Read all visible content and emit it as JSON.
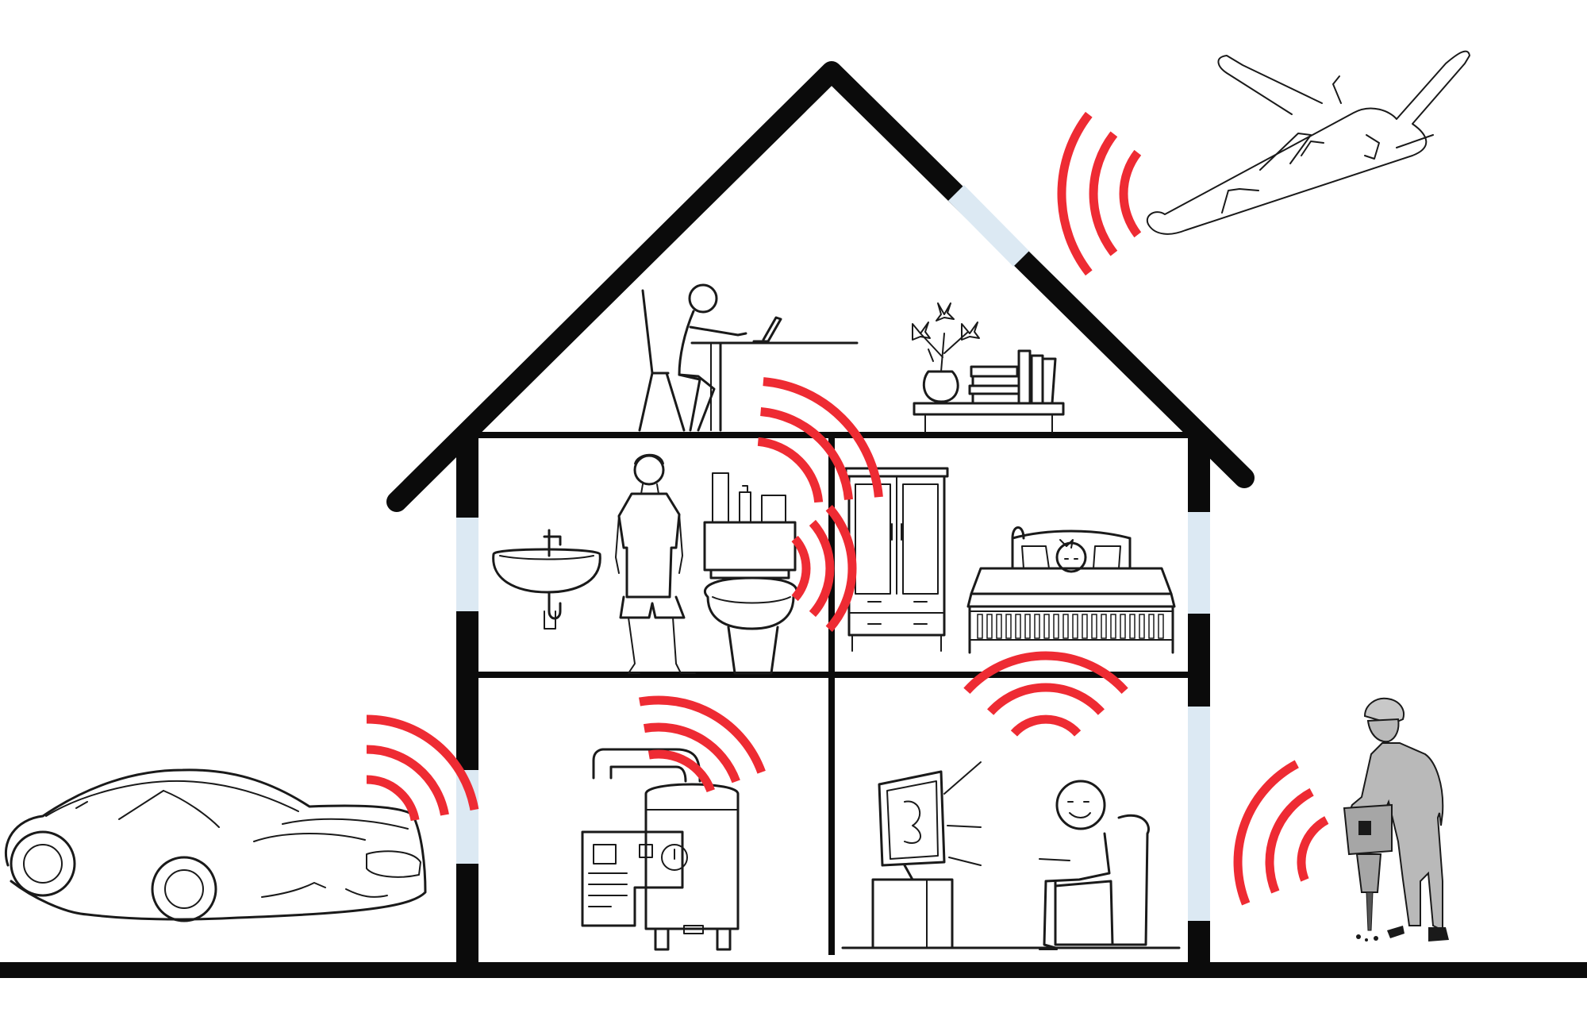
{
  "diagram": {
    "description_hidden": "",
    "colors": {
      "noise_wave": "#ee2b33",
      "wall": "#0b0b0b",
      "window_glass": "#dce9f3",
      "line_art": "#1a1a1a",
      "worker_fill": "#b9b9b9",
      "background": "#ffffff"
    },
    "rooms": [
      {
        "id": "attic",
        "contents": [
          "person-at-desk",
          "laptop",
          "flower-vase",
          "book-stack",
          "shelf"
        ]
      },
      {
        "id": "bathroom",
        "contents": [
          "sink",
          "man-standing",
          "toilet"
        ]
      },
      {
        "id": "bedroom",
        "contents": [
          "wardrobe",
          "bed",
          "sleeping-girl"
        ]
      },
      {
        "id": "utility-room",
        "contents": [
          "boiler-furnace"
        ]
      },
      {
        "id": "living-room",
        "contents": [
          "television",
          "person-in-armchair"
        ]
      }
    ],
    "outside_sources": [
      "airplane",
      "sports-car",
      "construction-worker-jackhammer"
    ],
    "noise_wave_groups": 8
  }
}
